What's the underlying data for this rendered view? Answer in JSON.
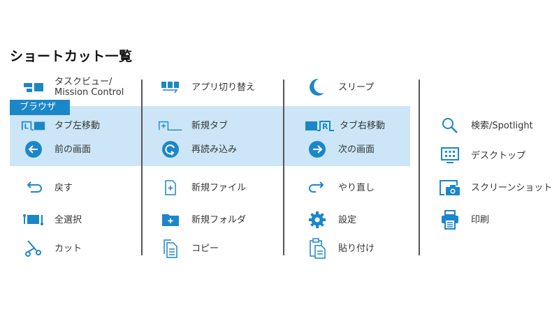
{
  "title": "ショートカット一覧",
  "browser_tag": "ブラウザ",
  "accent_color": "#1b87c9",
  "highlight_color": "#cce6f7",
  "columns": [
    {
      "items": [
        {
          "icon": "task-view-icon",
          "label": "タスクビュー/",
          "label2": "Mission Control"
        },
        {
          "icon": "tab-left-icon",
          "label": "タブ左移動",
          "browser": true
        },
        {
          "icon": "back-arrow-circle-icon",
          "label": "前の画面",
          "browser": true
        },
        {
          "icon": "undo-icon",
          "label": "戻す"
        },
        {
          "icon": "select-all-icon",
          "label": "全選択"
        },
        {
          "icon": "scissors-icon",
          "label": "カット"
        }
      ]
    },
    {
      "items": [
        {
          "icon": "app-switch-icon",
          "label": "アプリ切り替え"
        },
        {
          "icon": "new-tab-icon",
          "label": "新規タブ",
          "browser": true
        },
        {
          "icon": "reload-icon",
          "label": "再読み込み",
          "browser": true
        },
        {
          "icon": "new-file-icon",
          "label": "新規ファイル"
        },
        {
          "icon": "new-folder-icon",
          "label": "新規フォルダ"
        },
        {
          "icon": "copy-icon",
          "label": "コピー"
        }
      ]
    },
    {
      "items": [
        {
          "icon": "moon-icon",
          "label": "スリープ"
        },
        {
          "icon": "tab-right-icon",
          "label": "タブ右移動",
          "browser": true
        },
        {
          "icon": "forward-arrow-circle-icon",
          "label": "次の画面",
          "browser": true
        },
        {
          "icon": "redo-icon",
          "label": "やり直し"
        },
        {
          "icon": "gear-icon",
          "label": "設定"
        },
        {
          "icon": "paste-icon",
          "label": "貼り付け"
        }
      ]
    },
    {
      "items": [
        {
          "icon": "search-icon",
          "label": "検索/Spotlight"
        },
        {
          "icon": "desktop-icon",
          "label": "デスクトップ"
        },
        {
          "icon": "screenshot-icon",
          "label": "スクリーンショット"
        },
        {
          "icon": "print-icon",
          "label": "印刷"
        }
      ]
    }
  ]
}
